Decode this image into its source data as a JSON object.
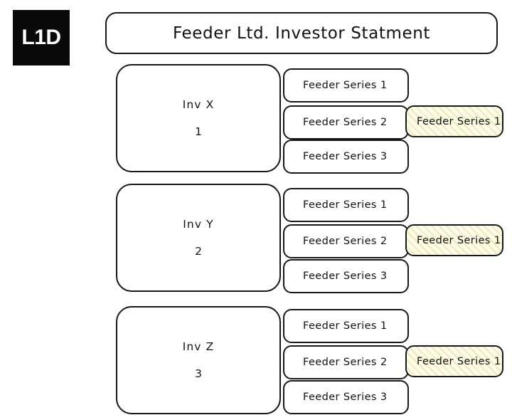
{
  "logo": {
    "text": "L1D",
    "background_color": "#0a0a0a",
    "text_color": "#ffffff"
  },
  "header": {
    "title": "Feeder Ltd. Investor Statment"
  },
  "colors": {
    "stroke": "#181818",
    "canvas": "#ffffff",
    "highlight_fill": "#fcfbe9",
    "highlight_hatch": "#ded878"
  },
  "groups": [
    {
      "investor": {
        "name": "Inv X",
        "number": "1"
      },
      "series": [
        {
          "label": "Feeder Series 1"
        },
        {
          "label": "Feeder Series 2"
        },
        {
          "label": "Feeder Series 3"
        }
      ],
      "highlight": {
        "label": "Feeder Series 1"
      }
    },
    {
      "investor": {
        "name": "Inv Y",
        "number": "2"
      },
      "series": [
        {
          "label": "Feeder Series 1"
        },
        {
          "label": "Feeder Series 2"
        },
        {
          "label": "Feeder Series 3"
        }
      ],
      "highlight": {
        "label": "Feeder Series 1"
      }
    },
    {
      "investor": {
        "name": "Inv Z",
        "number": "3"
      },
      "series": [
        {
          "label": "Feeder Series 1"
        },
        {
          "label": "Feeder Series 2"
        },
        {
          "label": "Feeder Series 3"
        }
      ],
      "highlight": {
        "label": "Feeder Series 1"
      }
    }
  ]
}
